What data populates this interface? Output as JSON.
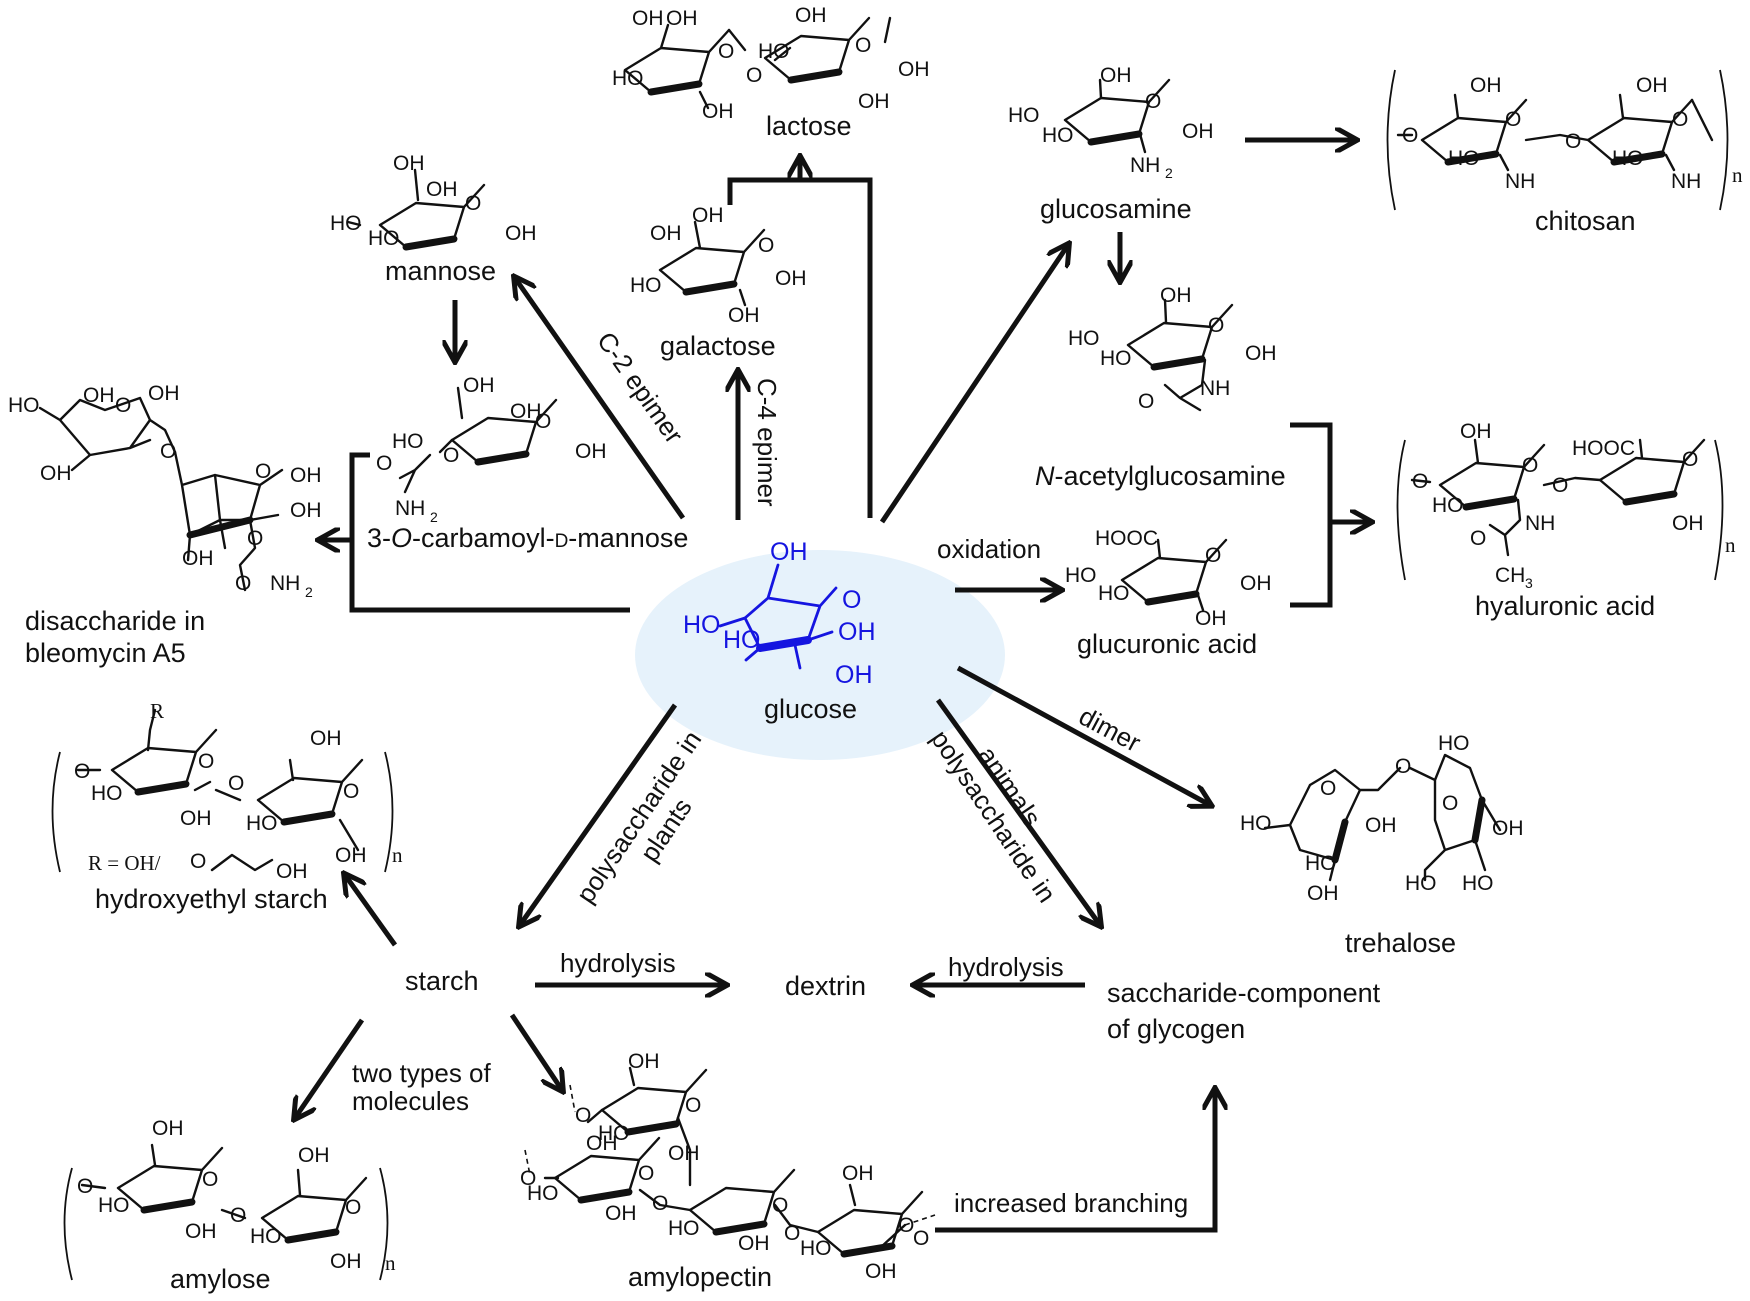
{
  "colors": {
    "glucose_highlight": "#1515e0",
    "glucose_bubble": "#e6f2fb",
    "lines": "#111111"
  },
  "center": {
    "name": "glucose"
  },
  "compounds": {
    "lactose": "lactose",
    "galactose": "galactose",
    "mannose": "mannose",
    "carbamoyl_mannose_pre": "3-",
    "carbamoyl_mannose_o": "O",
    "carbamoyl_mannose_post": "-carbamoyl-",
    "carbamoyl_mannose_d": "D",
    "carbamoyl_mannose_tail": "-mannose",
    "bleomycin_line1": "disaccharide in",
    "bleomycin_line2": "bleomycin A5",
    "glucosamine": "glucosamine",
    "chitosan": "chitosan",
    "nacetyl_n": "N",
    "nacetyl_rest": "-acetylglucosamine",
    "glucuronic": "glucuronic acid",
    "hyaluronic": "hyaluronic acid",
    "trehalose": "trehalose",
    "hes": "hydroxyethyl starch",
    "hes_r": "R = OH/",
    "starch": "starch",
    "dextrin": "dextrin",
    "glycogen_line1": "saccharide-component",
    "glycogen_line2": "of glycogen",
    "amylose": "amylose",
    "amylopectin": "amylopectin"
  },
  "edges": {
    "c2_epimer": "C-2 epimer",
    "c4_epimer": "C-4 epimer",
    "oxidation": "oxidation",
    "dimer": "dimer",
    "plants_line1": "polysaccharide in",
    "plants_line2": "plants",
    "animals_line1": "polysaccharide in",
    "animals_line2": "animals",
    "hydrolysis_left": "hydrolysis",
    "hydrolysis_right": "hydrolysis",
    "two_types_line1": "two types of",
    "two_types_line2": "molecules",
    "increased_branching": "increased branching"
  },
  "atoms": {
    "oh": "OH",
    "ho": "HO",
    "o": "O",
    "r": "R",
    "n": "n",
    "nh": "NH",
    "nh2": "NH",
    "sub2": "2",
    "sub3": "3",
    "hooc": "HOOC",
    "ch": "CH",
    "h2n": "NH"
  }
}
